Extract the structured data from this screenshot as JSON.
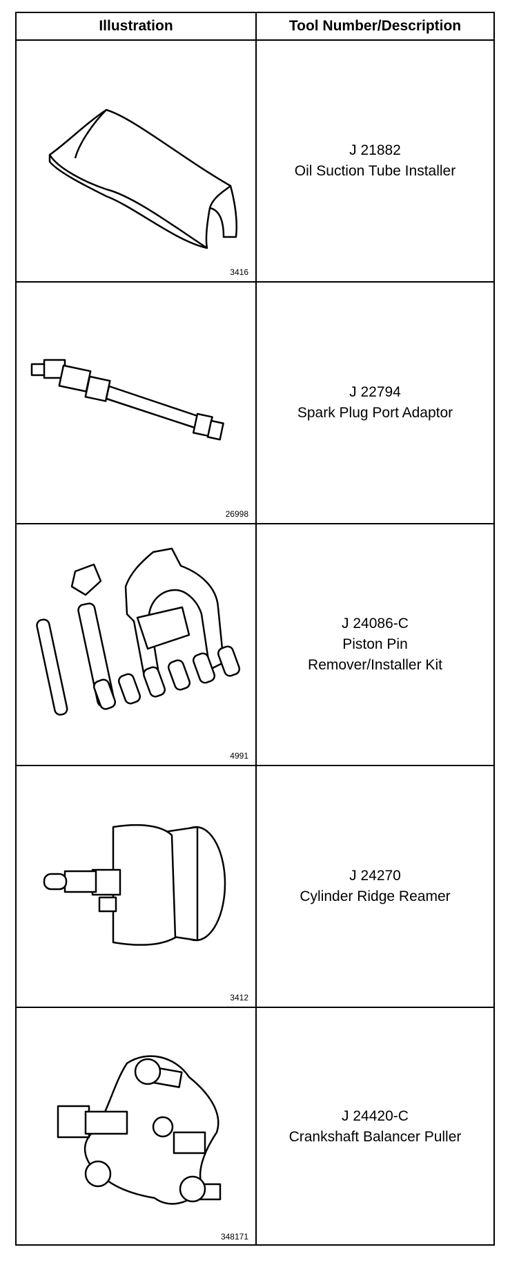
{
  "header": {
    "illustration": "Illustration",
    "tool": "Tool Number/Description"
  },
  "rows": [
    {
      "figure": "3416",
      "number": "J 21882",
      "desc": [
        "Oil Suction Tube Installer"
      ],
      "icon": "half-pipe-icon"
    },
    {
      "figure": "26998",
      "number": "J 22794",
      "desc": [
        "Spark Plug Port Adaptor"
      ],
      "icon": "adaptor-icon"
    },
    {
      "figure": "4991",
      "number": "J 24086-C",
      "desc": [
        "Piston Pin",
        "Remover/Installer Kit"
      ],
      "icon": "piston-pin-kit-icon"
    },
    {
      "figure": "3412",
      "number": "J 24270",
      "desc": [
        "Cylinder Ridge Reamer"
      ],
      "icon": "ridge-reamer-icon"
    },
    {
      "figure": "348171",
      "number": "J 24420-C",
      "desc": [
        "Crankshaft Balancer Puller"
      ],
      "icon": "balancer-puller-icon"
    }
  ]
}
